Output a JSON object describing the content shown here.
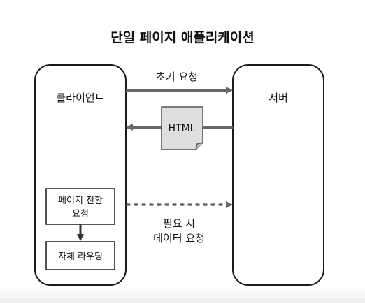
{
  "diagram": {
    "title": "단일 페이지 애플리케이션",
    "client": {
      "label": "클라이언트"
    },
    "server": {
      "label": "서버"
    },
    "initial_request": {
      "label": "초기 요청"
    },
    "html_document": {
      "label": "HTML"
    },
    "page_transition": {
      "line1": "페이지 전환",
      "line2": "요청"
    },
    "self_routing": {
      "label": "자체 라우팅"
    },
    "data_request": {
      "line1": "필요 시",
      "line2": "데이터 요청"
    }
  },
  "colors": {
    "stroke": "#1a1a1a",
    "arrow": "#666666",
    "document_fill": "#dedede"
  }
}
